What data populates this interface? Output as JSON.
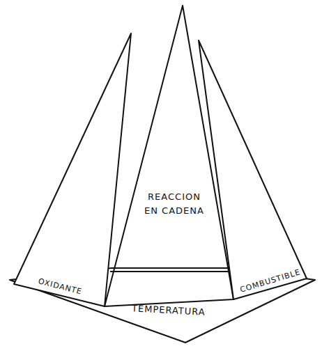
{
  "diagram": {
    "nodes": [
      {
        "text": [
          "REACCION EN CADENA"
        ]
      },
      {
        "text": [
          "OXIDANTE"
        ]
      },
      {
        "text": [
          "COMBUSTIBLE"
        ]
      },
      {
        "text": [
          "TEMPERATURA"
        ]
      }
    ]
  }
}
